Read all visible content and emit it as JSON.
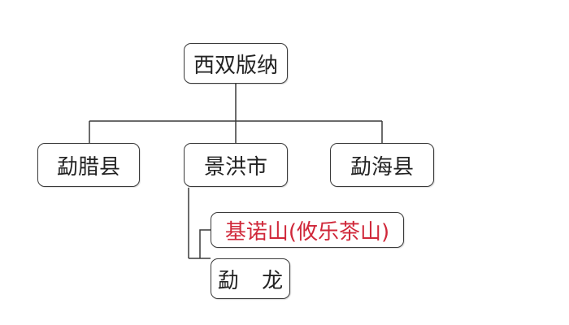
{
  "diagram": {
    "root": {
      "label": "西双版纳"
    },
    "level1": [
      {
        "label": "勐腊县"
      },
      {
        "label": "景洪市"
      },
      {
        "label": "勐海县"
      }
    ],
    "jinghong_children": [
      {
        "label": "基诺山(攸乐茶山)",
        "color": "#d0283a"
      },
      {
        "label": "勐 龙"
      }
    ]
  }
}
